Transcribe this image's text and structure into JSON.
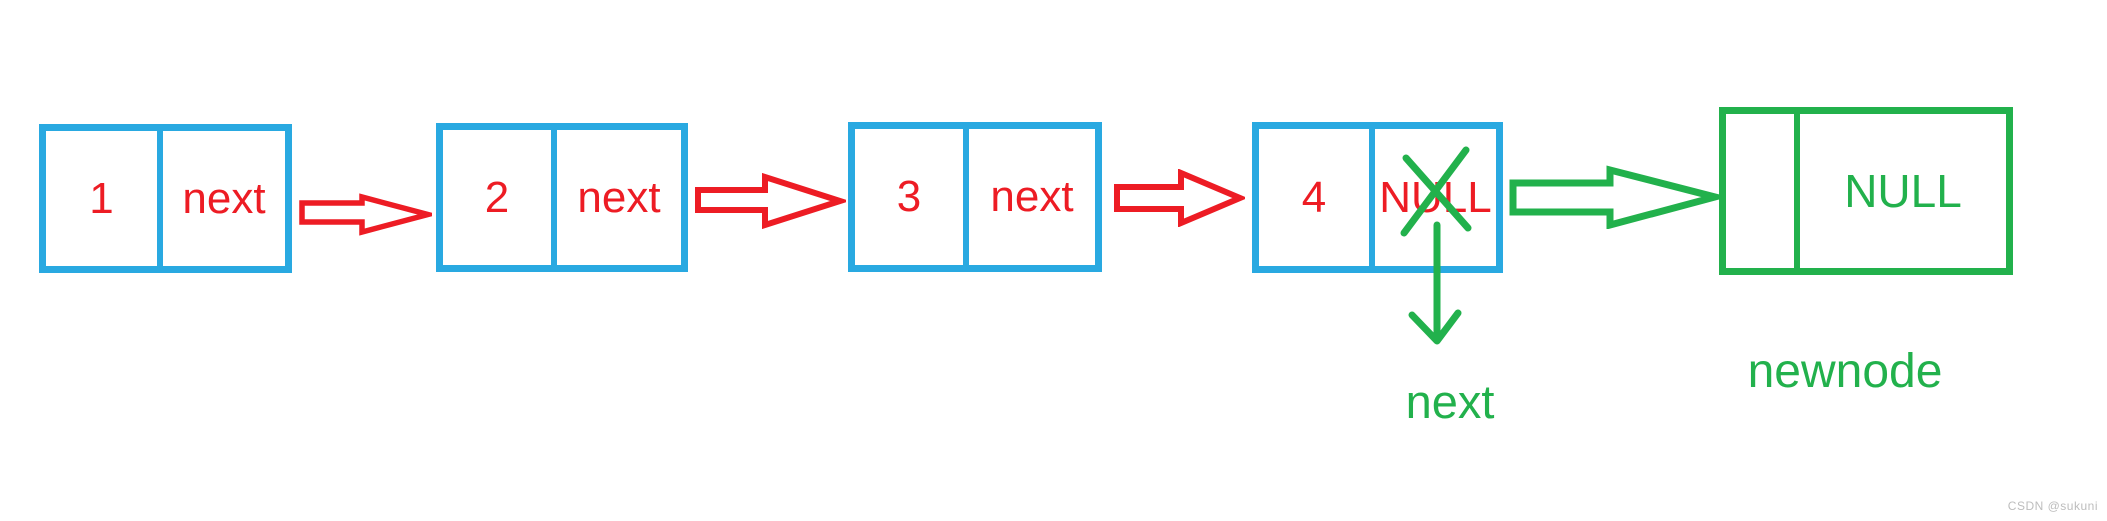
{
  "diagram": {
    "kind": "singly-linked-list with new tail node being attached"
  },
  "linked_list": {
    "nodes": [
      {
        "value": "1",
        "pointer": "next"
      },
      {
        "value": "2",
        "pointer": "next"
      },
      {
        "value": "3",
        "pointer": "next"
      },
      {
        "value": "4",
        "pointer": "NULL"
      }
    ]
  },
  "new_node": {
    "data_cell": "",
    "pointer": "NULL",
    "caption": "newnode"
  },
  "annotations": {
    "next_pointer_label": "next"
  },
  "watermark": {
    "text": "CSDN @sukuni"
  },
  "colors": {
    "node_border_blue": "#29A9E1",
    "node_text_red": "#ED1C24",
    "green": "#22B14C",
    "watermark_gray": "#bdbdbd",
    "background": "#ffffff"
  }
}
